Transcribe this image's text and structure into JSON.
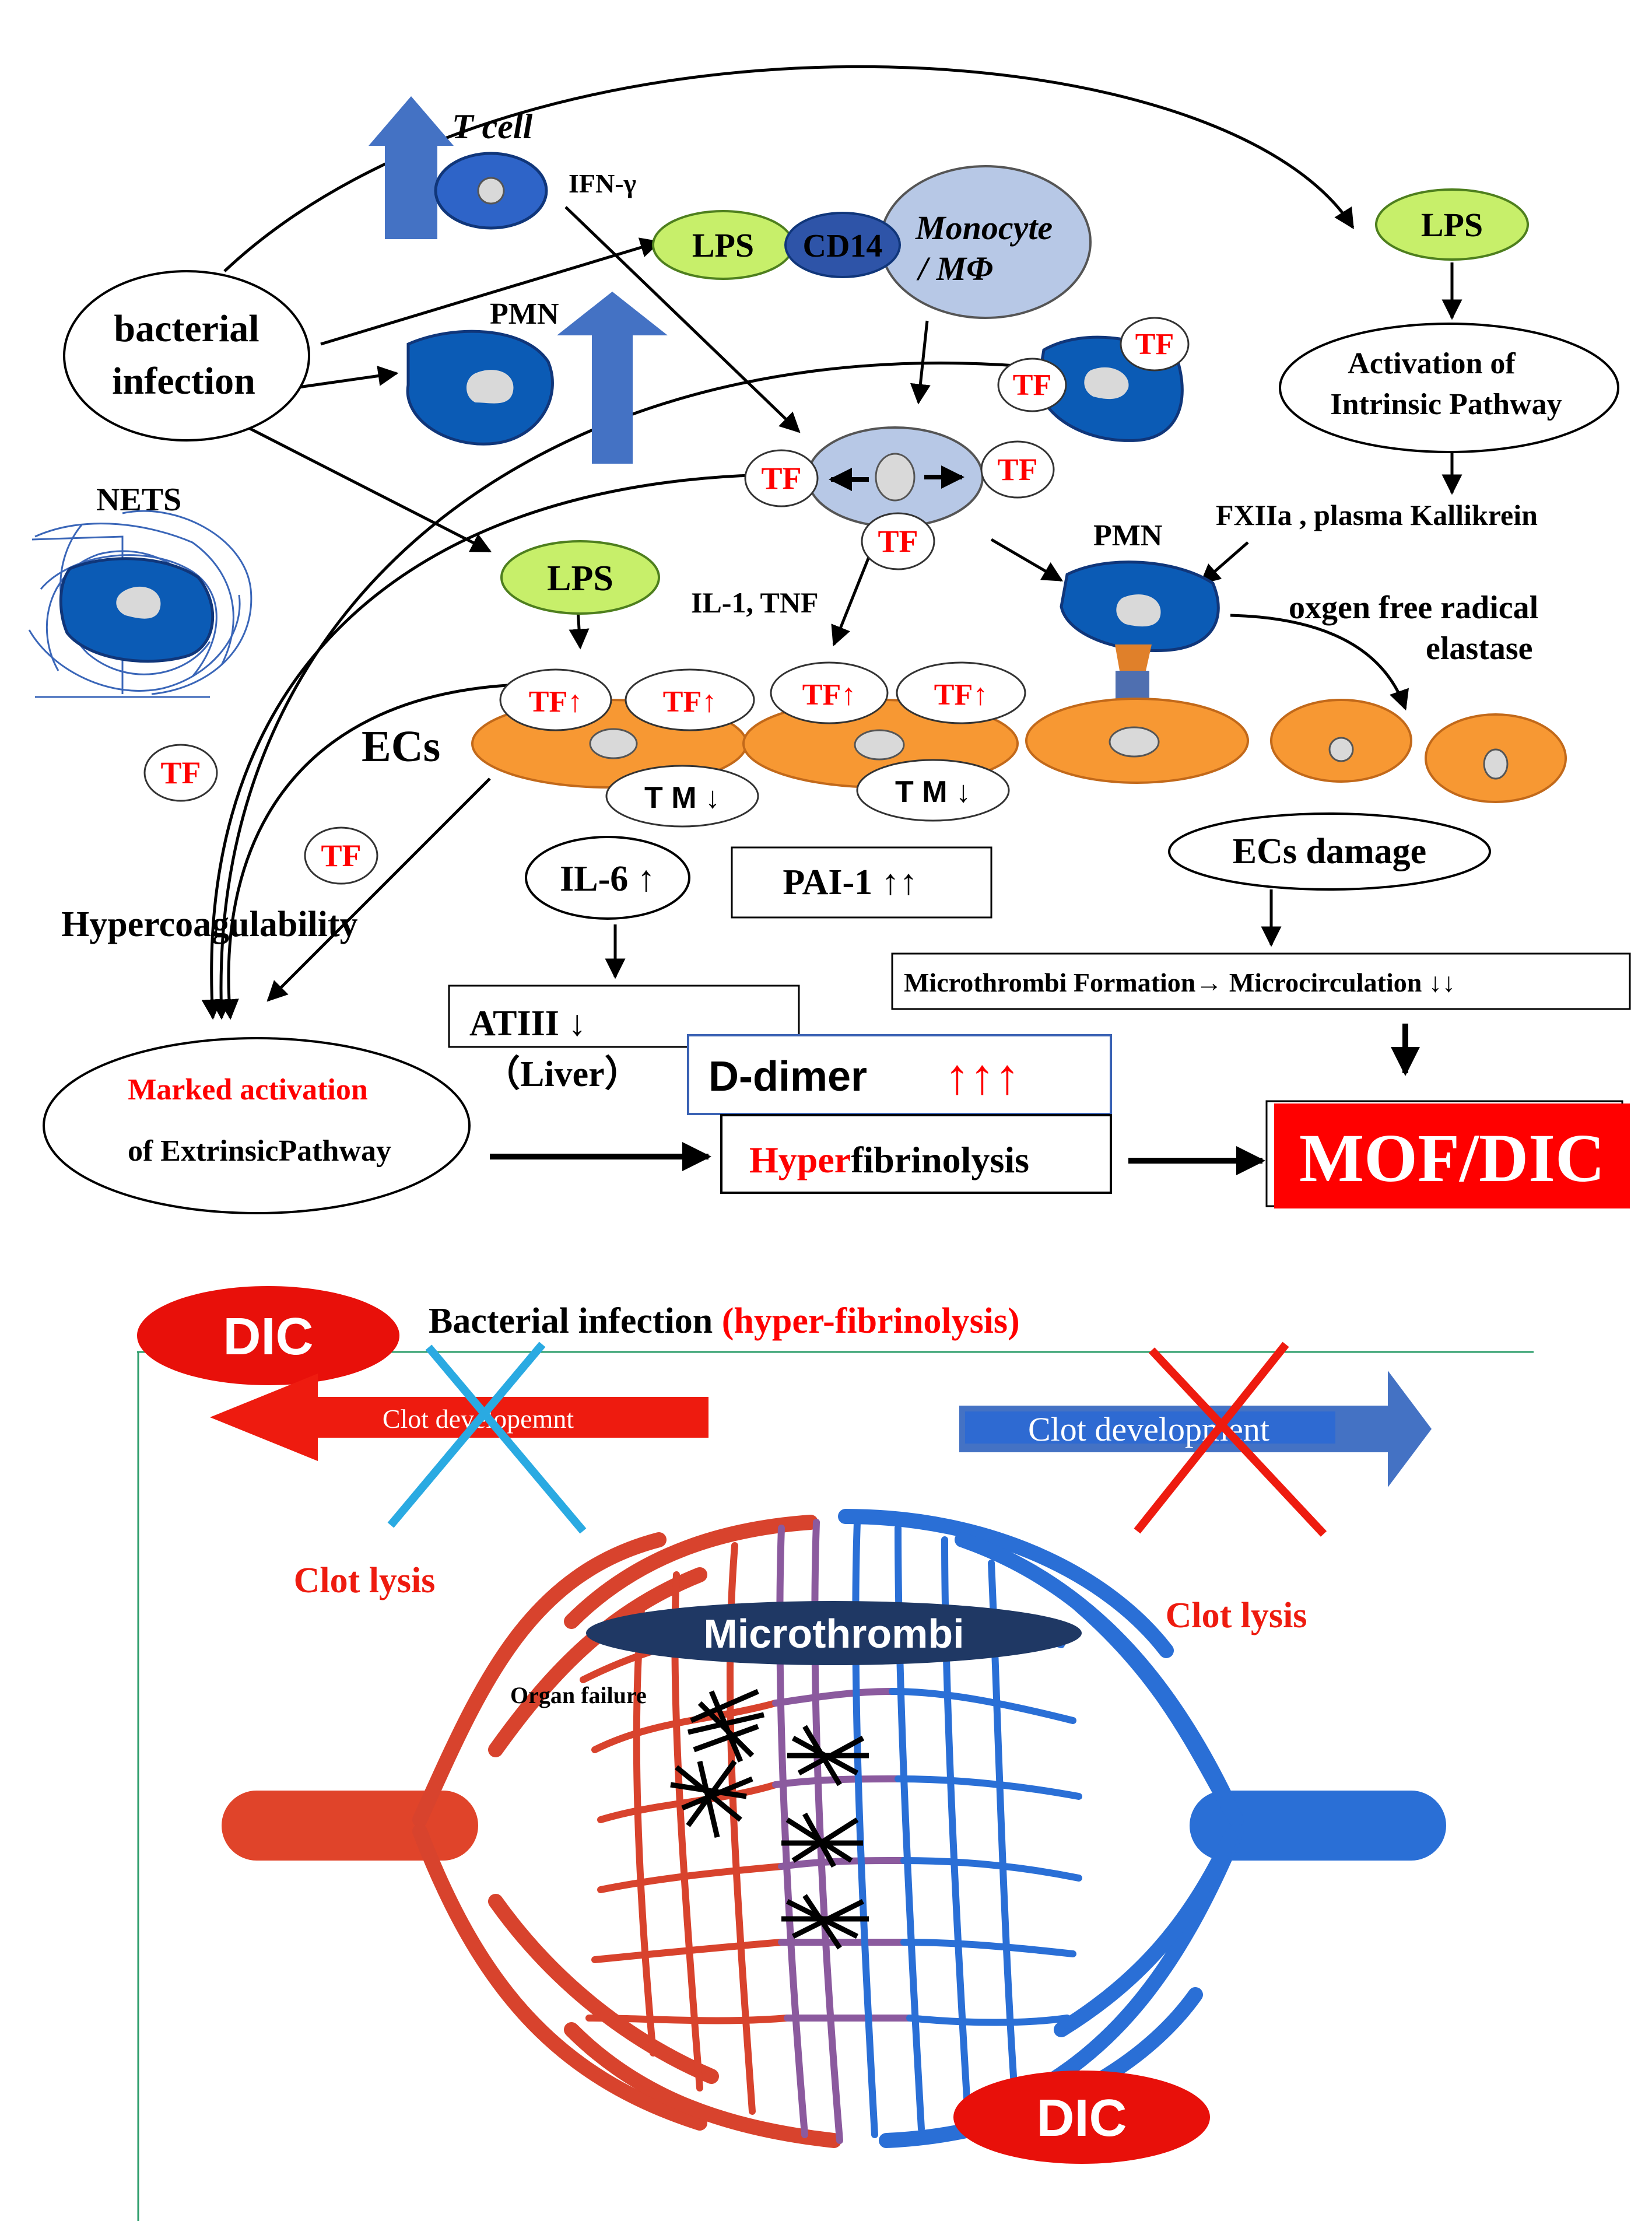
{
  "colors": {
    "red": "#ff0000",
    "dark_red": "#d62b1b",
    "blue_arrow": "#4472c4",
    "cell_blue": "#0b5bb5",
    "cell_dark": "#10367a",
    "lps_green": "#c7ef6a",
    "monocyte": "#b7c8e6",
    "endothelial_orange": "#f79833",
    "microthrombi_label_bg": "#1f3864",
    "cross_cyan": "#2aaae2",
    "artery_red": "#e0442a",
    "vein_blue": "#2a6fd6"
  },
  "top": {
    "t_cell": "T cell",
    "ifn": "IFN-γ",
    "lps": "LPS",
    "cd14": "CD14",
    "monocyte": "Monocyte",
    "macrophage": "/ MΦ",
    "bacterial": "bacterial",
    "infection": "infection",
    "pmn": "PMN",
    "tf": "TF",
    "tf_up": "TF↑",
    "nets": "NETS",
    "il1_tnf": "IL-1, TNF",
    "ecs": "ECs",
    "tm": "T M ↓",
    "intrinsic_1": "Activation of",
    "intrinsic_2": "Intrinsic  Pathway",
    "fxii": "FXIIa , plasma  Kallikrein",
    "oxygen": "oxgen free radical",
    "elastase": "elastase",
    "hypercoag": "Hypercoagulability",
    "il6": "IL-6 ↑",
    "pai1": "PAI-1 ↑↑",
    "ecs_damage": "ECs  damage",
    "microthrombi_formation": "Microthrombi Formation→ Microcirculation ↓↓",
    "atiii": "ATIII ↓",
    "liver": "（Liver）",
    "ddimer": "D-dimer",
    "ddimer_arrows": "↑↑↑",
    "marked_1": "Marked  activation",
    "marked_2": "of ExtrinsicPathway",
    "hyper": "Hyper",
    "fibrinolysis": "fibrinolysis",
    "mof_dic": "MOF/DIC"
  },
  "bottom": {
    "dic": "DIC",
    "bacterial_infection": "Bacterial infection ",
    "hyper_fibrinolysis": "(hyper-fibrinolysis)",
    "clot_development_left": "Clot developemnt",
    "clot_development_right": "Clot development",
    "clot_lysis": "Clot lysis",
    "microthrombi": "Microthrombi",
    "organ_failure": "Organ failure",
    "dic_bottom": "DIC"
  }
}
